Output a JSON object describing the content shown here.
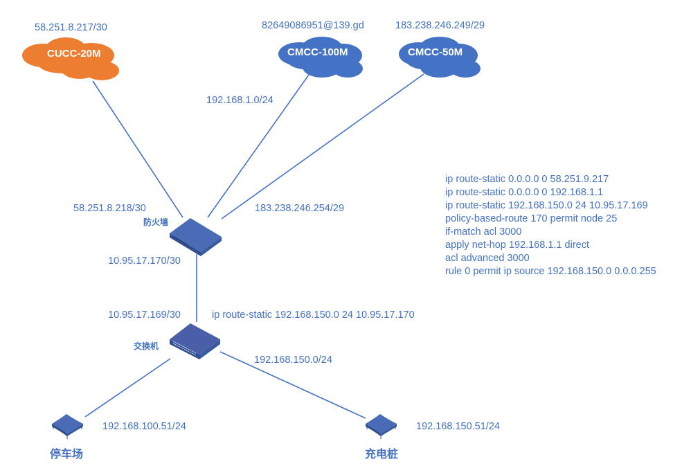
{
  "colors": {
    "link": "#4472c4",
    "text": "#4472c4",
    "cloud_cucc": "#ed7d31",
    "cloud_cmcc": "#4472c4",
    "device": "#3f5fa6"
  },
  "clouds": [
    {
      "id": "cucc",
      "label": "CUCC-20M",
      "address": "58.251.8.217/30",
      "color_key": "cloud_cucc"
    },
    {
      "id": "cmcc100",
      "label": "CMCC-100M",
      "address": "82649086951@139.gd",
      "color_key": "cloud_cmcc"
    },
    {
      "id": "cmcc50",
      "label": "CMCC-50M",
      "address": "183.238.246.249/29",
      "color_key": "cloud_cmcc"
    }
  ],
  "firewall": {
    "label": "防火墙",
    "icon": "firewall-icon",
    "wan_cucc_ip": "58.251.8.218/30",
    "wan_cmcc100_net": "192.168.1.0/24",
    "wan_cmcc50_ip": "183.238.246.254/29",
    "lan_ip": "10.95.17.170/30"
  },
  "switch": {
    "label": "交换机",
    "icon": "switch-icon",
    "uplink_ip": "10.95.17.169/30",
    "static_route": "ip route-static 192.168.150.0 24 10.95.17.170",
    "downlink_net": "192.168.150.0/24"
  },
  "hosts": [
    {
      "id": "parking",
      "label": "停车场",
      "ip": "192.168.100.51/24",
      "icon": "terminal-icon"
    },
    {
      "id": "charging",
      "label": "充电桩",
      "ip": "192.168.150.51/24",
      "icon": "terminal-icon"
    }
  ],
  "firewall_config": [
    "ip route-static 0.0.0.0 0 58.251.9.217",
    "ip route-static 0.0.0.0 0 192.168.1.1",
    "ip route-static 192.168.150.0 24 10.95.17.169",
    "policy-based-route 170 permit node 25",
    "if-match acl 3000",
    "apply net-hop 192.168.1.1 direct",
    "acl advanced 3000",
    "rule 0 permit ip source 192.168.150.0 0.0.0.255"
  ]
}
